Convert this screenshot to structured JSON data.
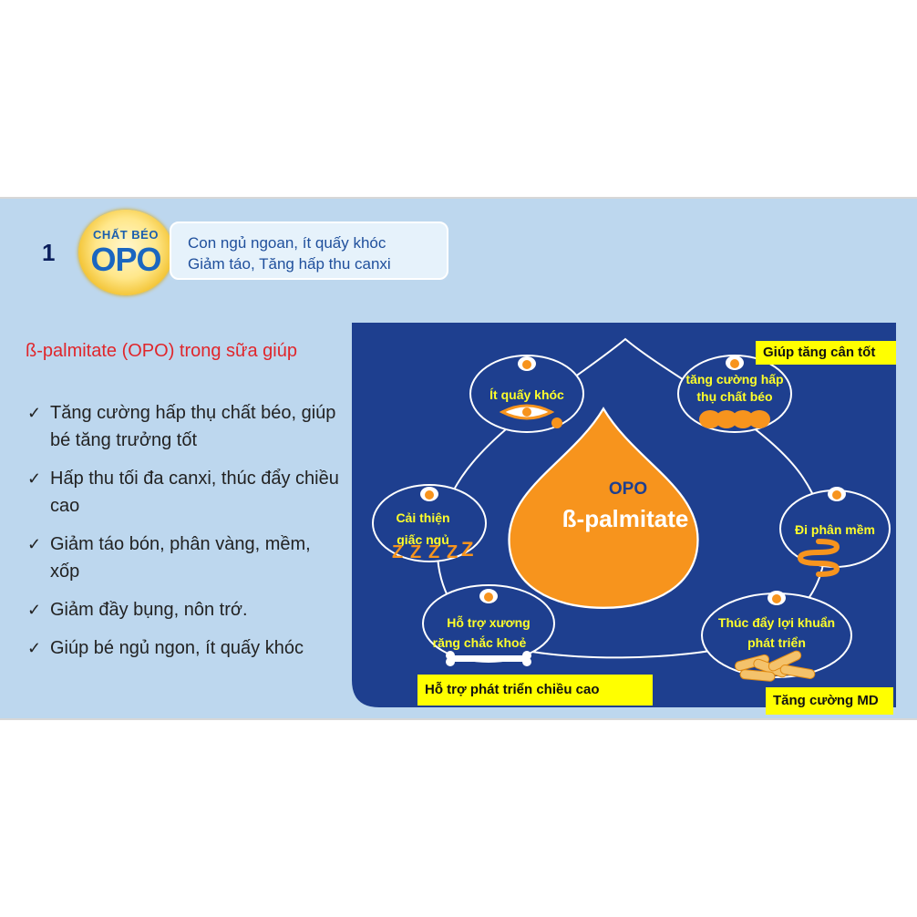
{
  "header": {
    "number": "1",
    "badge_line1": "CHẤT BÉO",
    "badge_line2": "OPO",
    "pill_line1": "Con ngủ ngoan, ít quấy khóc",
    "pill_line2": "Giảm táo, Tăng hấp thu canxi"
  },
  "left": {
    "title": "ß-palmitate (OPO) trong sữa giúp",
    "items": [
      "Tăng cường hấp thụ chất béo, giúp bé tăng  trưởng tốt",
      "Hấp thu tối đa canxi, thúc đẩy chiều cao",
      "Giảm táo bón, phân vàng, mềm, xốp",
      "Giảm đầy bụng, nôn trớ.",
      " Giúp bé  ngủ ngon, ít quấy khóc"
    ]
  },
  "diagram": {
    "center_top": "OPO",
    "center_main": "ß-palmitate",
    "nodes": {
      "cry": "Ít quấy khóc",
      "fat_line1": "tăng cường hấp",
      "fat_line2": "thụ chất béo",
      "sleep_line1": "Cải thiện",
      "sleep_line2": "giấc ngủ",
      "stool": "Đi phân mềm",
      "bone_line1": "Hỗ trợ  xương",
      "bone_line2": "răng chắc khoẻ",
      "gut_line1": "Thúc đẩy lợi khuẩn",
      "gut_line2": "phát triển"
    },
    "tags": {
      "weight": "Giúp tăng cân tốt",
      "height": "Hỗ trợ phát triển chiều cao",
      "md": "Tăng cường MD"
    },
    "colors": {
      "bg": "#1e3f8f",
      "orange": "#f7941d",
      "yellow": "#ffff00"
    }
  }
}
